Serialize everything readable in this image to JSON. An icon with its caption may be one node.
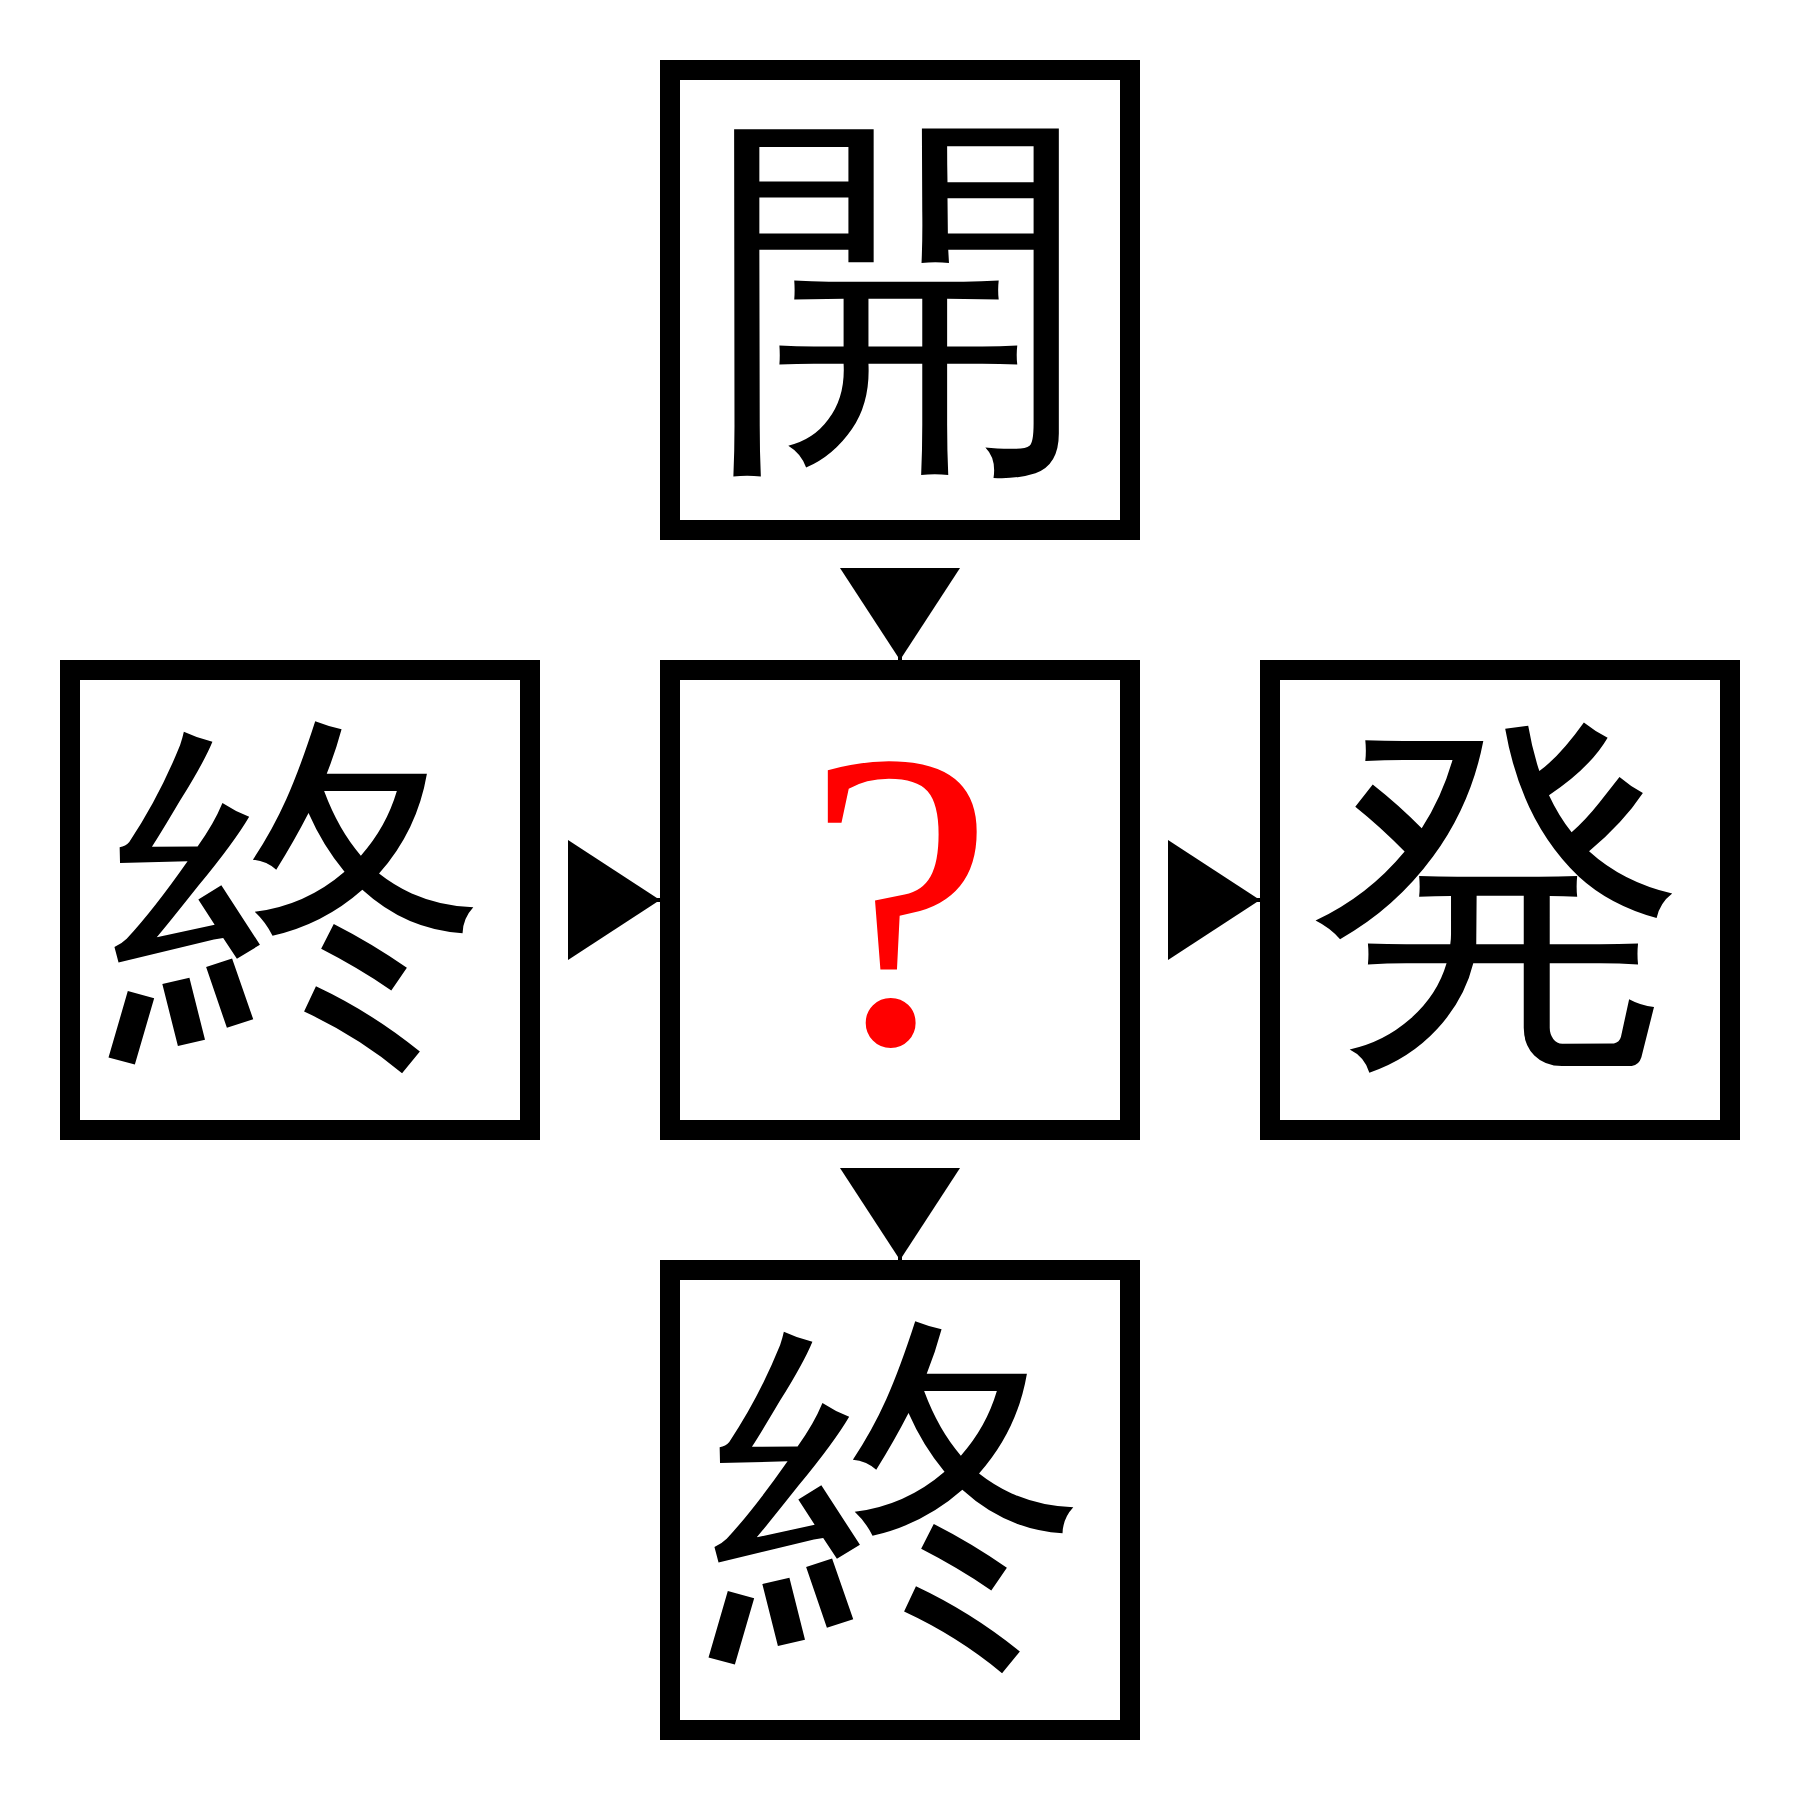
{
  "diagram": {
    "nodes": [
      {
        "text": [
          "開"
        ]
      },
      {
        "text": [
          "終"
        ]
      },
      {
        "text": [
          "?"
        ]
      },
      {
        "text": [
          "発"
        ]
      },
      {
        "text": [
          "終"
        ]
      }
    ],
    "edges": [
      {
        "from": 0,
        "to": 2,
        "arrow": "to"
      },
      {
        "from": 1,
        "to": 2,
        "arrow": "to"
      },
      {
        "from": 2,
        "to": 3,
        "arrow": "to"
      },
      {
        "from": 2,
        "to": 4,
        "arrow": "to"
      }
    ]
  }
}
